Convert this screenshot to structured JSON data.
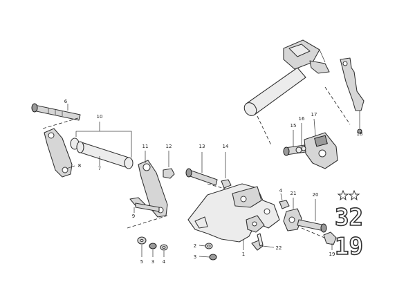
{
  "callouts": [
    {
      "id": "c-6a",
      "text": "6"
    },
    {
      "id": "c-10",
      "text": "10"
    },
    {
      "id": "c-8",
      "text": "8"
    },
    {
      "id": "c-7",
      "text": "7"
    },
    {
      "id": "c-11",
      "text": "11"
    },
    {
      "id": "c-12a",
      "text": "12"
    },
    {
      "id": "c-9",
      "text": "9"
    },
    {
      "id": "c-5",
      "text": "5"
    },
    {
      "id": "c-3a",
      "text": "3"
    },
    {
      "id": "c-4a",
      "text": "4"
    },
    {
      "id": "c-13",
      "text": "13"
    },
    {
      "id": "c-14",
      "text": "14"
    },
    {
      "id": "c-2",
      "text": "2"
    },
    {
      "id": "c-3b",
      "text": "3"
    },
    {
      "id": "c-1",
      "text": "1"
    },
    {
      "id": "c-22",
      "text": "22"
    },
    {
      "id": "c-4b",
      "text": "4"
    },
    {
      "id": "c-21",
      "text": "21"
    },
    {
      "id": "c-20",
      "text": "20"
    },
    {
      "id": "c-15",
      "text": "15"
    },
    {
      "id": "c-16",
      "text": "16"
    },
    {
      "id": "c-17",
      "text": "17"
    },
    {
      "id": "c-18",
      "text": "18"
    },
    {
      "id": "c-19",
      "text": "19"
    }
  ],
  "badge": {
    "top": "32",
    "bottom": "19"
  }
}
